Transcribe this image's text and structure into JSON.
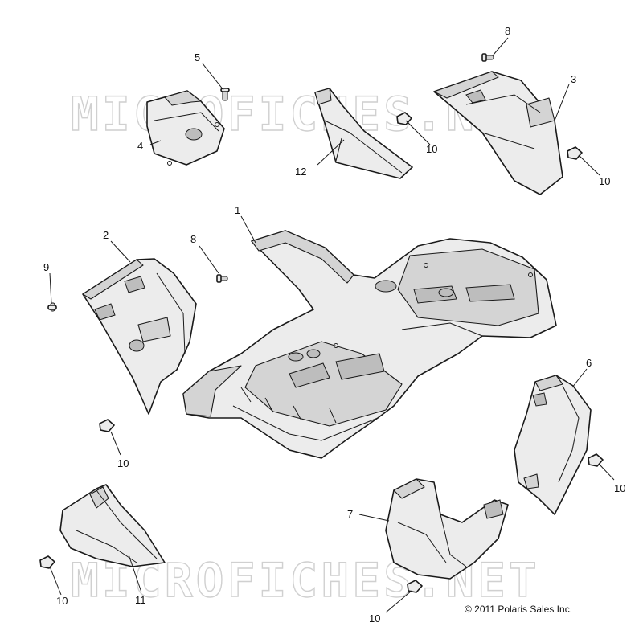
{
  "watermark": {
    "text": "MICROFICHES.NET"
  },
  "copyright": "© 2011 Polaris Sales Inc.",
  "callouts": {
    "c1": "1",
    "c2": "2",
    "c3": "3",
    "c4": "4",
    "c5": "5",
    "c6": "6",
    "c7": "7",
    "c8a": "8",
    "c8b": "8",
    "c9": "9",
    "c10a": "10",
    "c10b": "10",
    "c10c": "10",
    "c10d": "10",
    "c10e": "10",
    "c10f": "10",
    "c11": "11",
    "c12": "12"
  }
}
